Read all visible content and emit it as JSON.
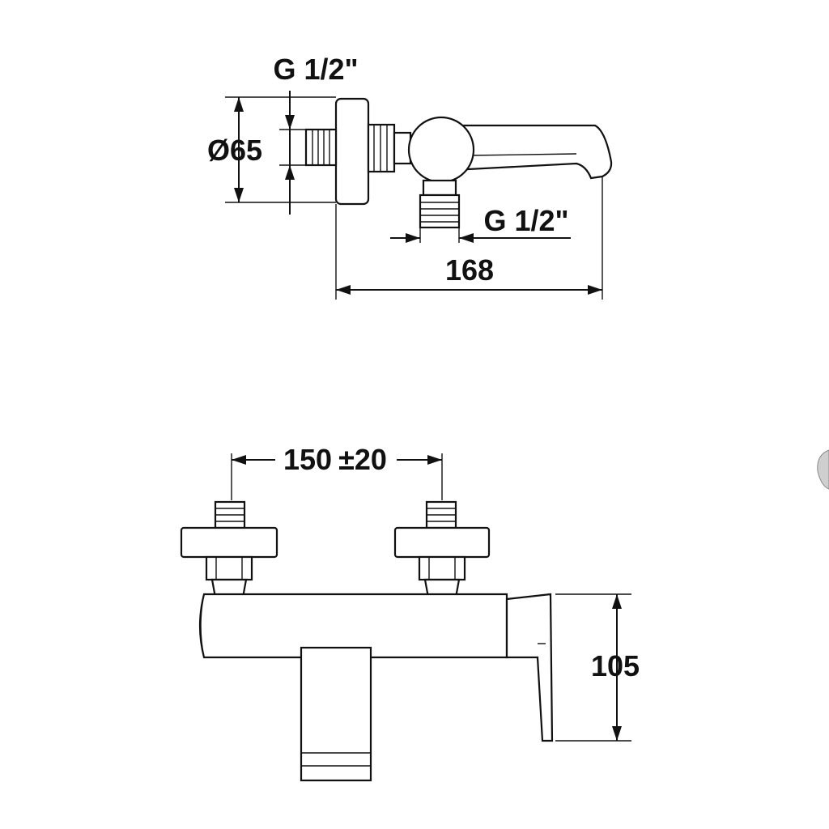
{
  "top_view": {
    "inlet_thread": "G 1/2\"",
    "flange_diameter": "Ø65",
    "outlet_thread": "G 1/2\"",
    "overall_length": "168"
  },
  "front_view": {
    "center_distance": "150",
    "center_tolerance": "±20",
    "height": "105"
  },
  "colors": {
    "line": "#111111",
    "background": "#ffffff"
  }
}
